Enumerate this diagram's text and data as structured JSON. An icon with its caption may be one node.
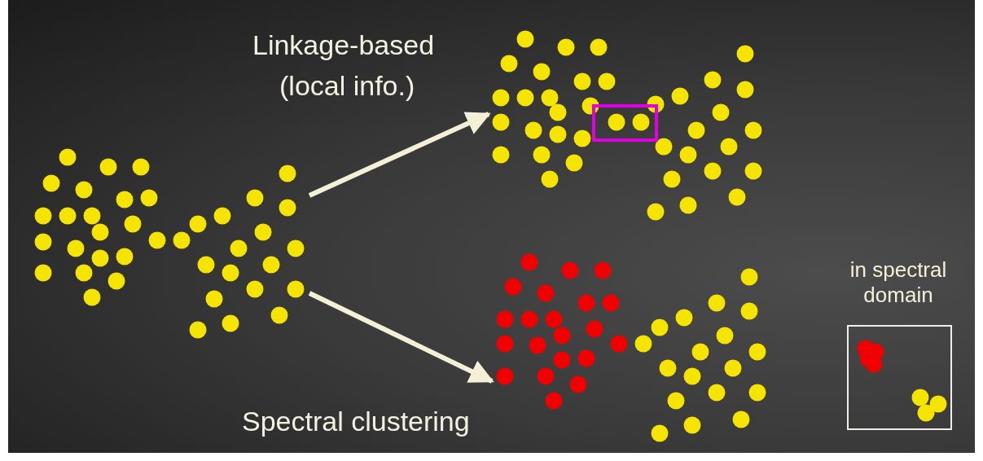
{
  "diagram": {
    "nodes": [
      {
        "text": [],
        "shape": "picture"
      },
      {
        "text": [],
        "shape": "picture"
      },
      {
        "text": [],
        "shape": "picture"
      },
      {
        "text": [
          "in spectral domain"
        ]
      }
    ],
    "edges": [
      {
        "from": 0,
        "to": 1,
        "arrow": "to"
      },
      {
        "from": 0,
        "to": 2,
        "arrow": "to"
      }
    ],
    "labels": [
      "Linkage-based",
      "(local info.)",
      "Spectral clustering"
    ]
  }
}
